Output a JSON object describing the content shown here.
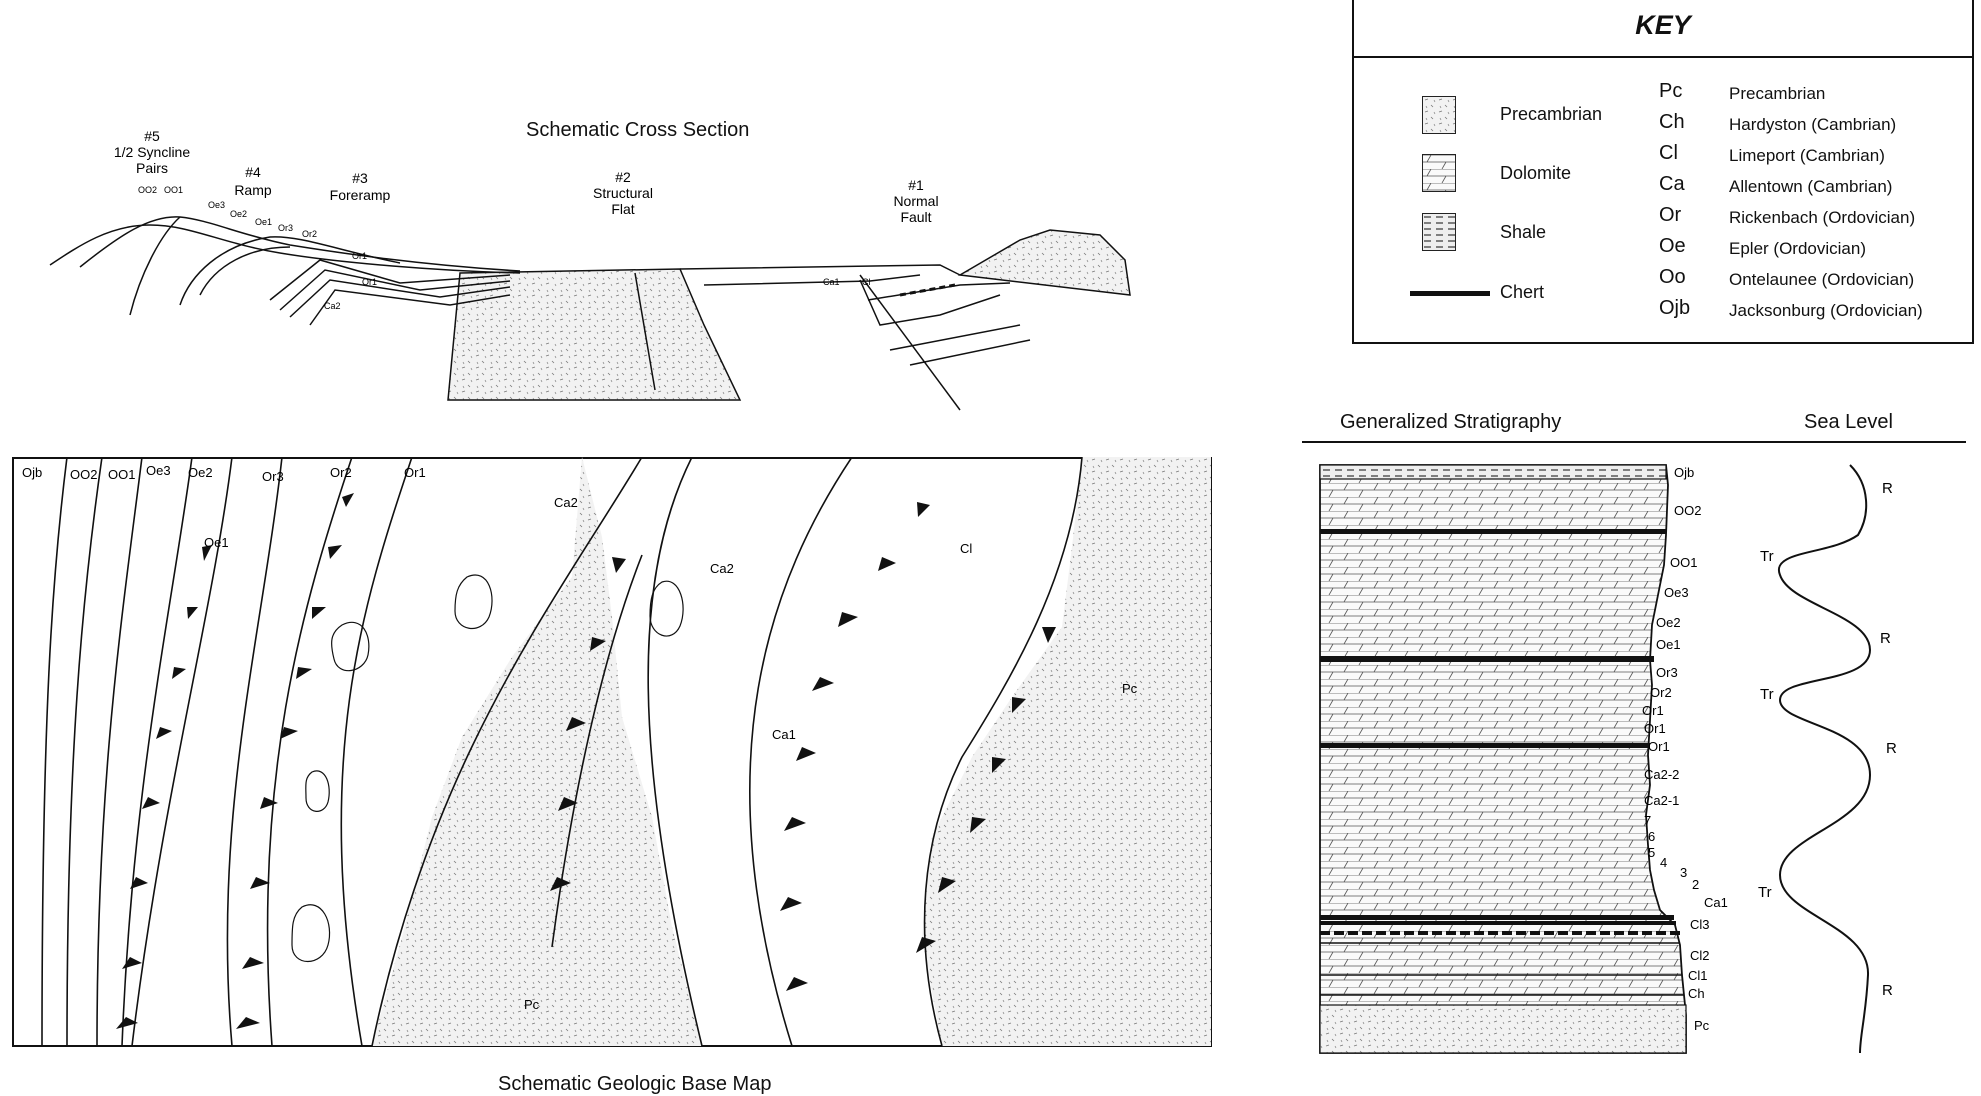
{
  "cross_section": {
    "title": "Schematic Cross Section",
    "zones": [
      {
        "num": "#5",
        "lines": [
          "1/2 Syncline",
          "Pairs"
        ]
      },
      {
        "num": "#4",
        "lines": [
          "Ramp"
        ]
      },
      {
        "num": "#3",
        "lines": [
          "Foreramp"
        ]
      },
      {
        "num": "#2",
        "lines": [
          "Structural",
          "Flat"
        ]
      },
      {
        "num": "#1",
        "lines": [
          "Normal",
          "Fault"
        ]
      }
    ],
    "small_labels": [
      "OO2",
      "OO1",
      "Oe3",
      "Oe2",
      "Oe1",
      "Or3",
      "Or2",
      "Or1",
      "Or1",
      "Ca2",
      "Ca1",
      "Cl"
    ]
  },
  "key": {
    "title": "KEY",
    "symbols": [
      {
        "label": "Precambrian",
        "pattern": "dots"
      },
      {
        "label": "Dolomite",
        "pattern": "brick"
      },
      {
        "label": "Shale",
        "pattern": "dash"
      },
      {
        "label": "Chert",
        "pattern": "line"
      }
    ],
    "units": [
      {
        "abbr": "Pc",
        "name": "Precambrian"
      },
      {
        "abbr": "Ch",
        "name": "Hardyston (Cambrian)"
      },
      {
        "abbr": "Cl",
        "name": "Limeport (Cambrian)"
      },
      {
        "abbr": "Ca",
        "name": "Allentown (Cambrian)"
      },
      {
        "abbr": "Or",
        "name": "Rickenbach (Ordovician)"
      },
      {
        "abbr": "Oe",
        "name": "Epler (Ordovician)"
      },
      {
        "abbr": "Oo",
        "name": "Ontelaunee (Ordovician)"
      },
      {
        "abbr": "Ojb",
        "name": "Jacksonburg (Ordovician)"
      }
    ]
  },
  "map": {
    "title": "Schematic Geologic Base Map",
    "labels": [
      "Ojb",
      "OO2",
      "OO1",
      "Oe3",
      "Oe2",
      "Or3",
      "Or2",
      "Or1",
      "Oe1",
      "Ca2",
      "Ca2",
      "Cl",
      "Pc",
      "Ca1",
      "Pc"
    ]
  },
  "stratigraphy": {
    "title": "Generalized Stratigraphy",
    "labels": [
      "Ojb",
      "OO2",
      "OO1",
      "Oe3",
      "Oe2",
      "Oe1",
      "Or3",
      "Or2",
      "Or1",
      "Or1",
      "Or1",
      "Ca2-2",
      "Ca2-1",
      "7",
      "6",
      "5",
      "4",
      "3",
      "2",
      "Ca1",
      "Cl3",
      "Cl2",
      "Cl1",
      "Ch",
      "Pc"
    ]
  },
  "sea_level": {
    "title": "Sea Level",
    "labels": [
      "R",
      "Tr",
      "R",
      "Tr",
      "R",
      "Tr",
      "R"
    ]
  }
}
